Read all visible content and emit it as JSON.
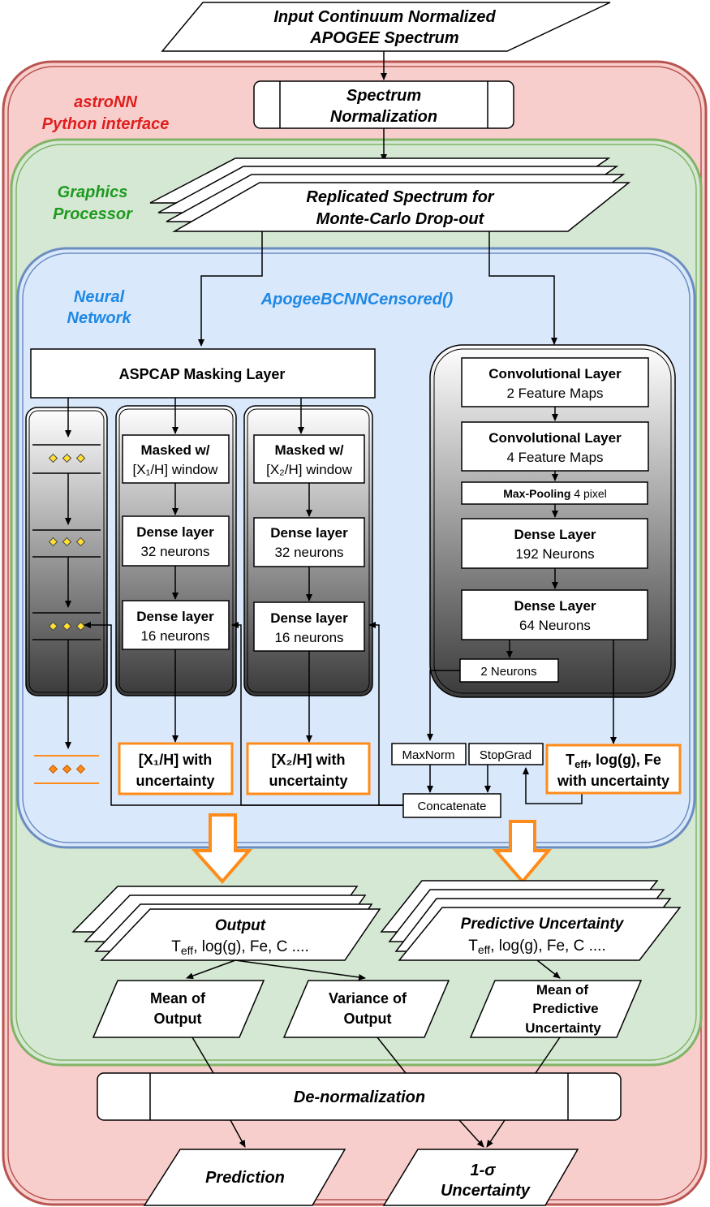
{
  "title_input": [
    "Input Continuum Normalized",
    "APOGEE Spectrum"
  ],
  "spectrum_normalization": [
    "Spectrum",
    "Normalization"
  ],
  "astronn_label": [
    "astroNN",
    "Python interface"
  ],
  "graphics_label": [
    "Graphics",
    "Processor"
  ],
  "replicated": [
    "Replicated Spectrum for",
    "Monte-Carlo Drop-out"
  ],
  "nn_label": [
    "Neural",
    "Network"
  ],
  "model_name": "ApogeeBCNNCensored()",
  "aspcap": "ASPCAP Masking Layer",
  "branch1": {
    "masked": [
      "Masked w/",
      "[X₁/H] window"
    ],
    "dense32": [
      "Dense layer",
      "32 neurons"
    ],
    "dense16": [
      "Dense layer",
      "16 neurons"
    ],
    "out": [
      "[X₁/H] with",
      "uncertainty"
    ]
  },
  "branch2": {
    "masked": [
      "Masked w/",
      "[X₂/H] window"
    ],
    "dense32": [
      "Dense layer",
      "32 neurons"
    ],
    "dense16": [
      "Dense layer",
      "16 neurons"
    ],
    "out": [
      "[X₂/H] with",
      "uncertainty"
    ]
  },
  "cnn": {
    "conv1": [
      "Convolutional Layer",
      "2 Feature Maps"
    ],
    "conv2": [
      "Convolutional Layer",
      "4 Feature Maps"
    ],
    "maxpool": [
      "Max-Pooling",
      "4 pixel"
    ],
    "dense192": [
      "Dense Layer",
      "192 Neurons"
    ],
    "dense64": [
      "Dense Layer",
      "64 Neurons"
    ],
    "neurons2": "2 Neurons"
  },
  "maxnorm": "MaxNorm",
  "stopgrad": "StopGrad",
  "concatenate": "Concatenate",
  "teff_out": {
    "t": "T",
    "sub": "eff",
    "rest": ", log(g), Fe",
    "line2": "with uncertainty"
  },
  "output": {
    "title": "Output",
    "t": "T",
    "sub": "eff",
    "rest": ", log(g), Fe, C ...."
  },
  "pred_unc": {
    "title": "Predictive Uncertainty",
    "t": "T",
    "sub": "eff",
    "rest": ", log(g), Fe, C ...."
  },
  "mean_output": [
    "Mean of",
    "Output"
  ],
  "var_output": [
    "Variance of",
    "Output"
  ],
  "mean_pred": [
    "Mean of",
    "Predictive",
    "Uncertainty"
  ],
  "denorm": "De-normalization",
  "prediction": "Prediction",
  "uncertainty": [
    "1-σ",
    "Uncertainty"
  ],
  "colors": {
    "astronn_bg": "#f8cecc",
    "astronn_border": "#b85450",
    "astronn_text": "#e01e1e",
    "gpu_bg": "#d5e8d4",
    "gpu_border": "#82b366",
    "gpu_text": "#1e9a1e",
    "nn_bg": "#dae8fc",
    "nn_border": "#6c8ebf",
    "nn_text": "#1e88e5",
    "orange": "#ff8c1a"
  }
}
